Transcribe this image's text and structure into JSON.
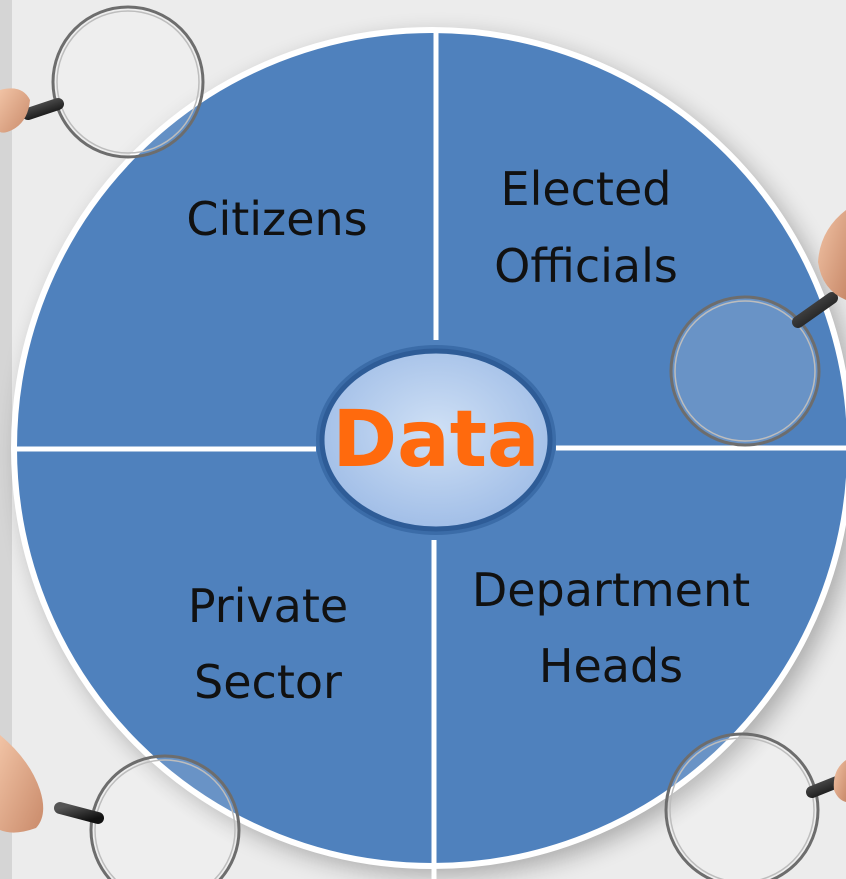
{
  "diagram": {
    "center": {
      "label": "Data"
    },
    "quadrants": {
      "top_left": {
        "lines": [
          "Citizens"
        ]
      },
      "top_right": {
        "lines": [
          "Elected",
          "Officials"
        ]
      },
      "bottom_left": {
        "lines": [
          "Private",
          "Sector"
        ]
      },
      "bottom_right": {
        "lines": [
          "Department",
          "Heads"
        ]
      }
    },
    "decorations": [
      "magnifying-glass-icon",
      "magnifying-glass-icon",
      "magnifying-glass-icon",
      "magnifying-glass-icon"
    ]
  },
  "colors": {
    "background": "#ececec",
    "circle_fill": "#4f81bd",
    "divider": "#ffffff",
    "center_label": "#ff6a0d",
    "text": "#111111"
  }
}
